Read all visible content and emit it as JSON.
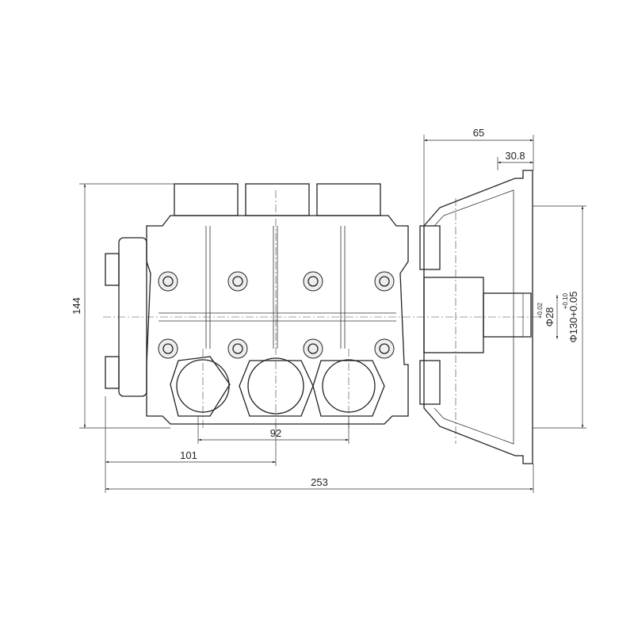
{
  "title": "Pump outline dimension drawing",
  "dimensions": {
    "flange_depth": "65",
    "flange_offset": "30.8",
    "height": "144",
    "port_spacing": "92",
    "center_offset": "101",
    "overall_length": "253",
    "shaft_diameter": "Φ28",
    "shaft_tol": "+0.02",
    "flange_diameter": "Φ130+0.05",
    "flange_tol": "+0.10"
  }
}
